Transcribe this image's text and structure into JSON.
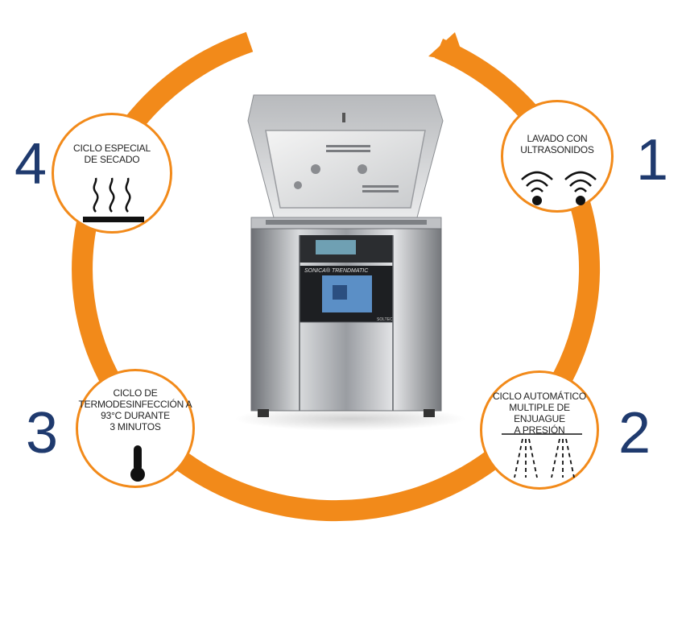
{
  "colors": {
    "ring": "#f28a1a",
    "numbers": "#1f3a6e",
    "text": "#222222",
    "icon": "#111111"
  },
  "steps": [
    {
      "number": "1",
      "lines": [
        "LAVADO CON",
        "ULTRASONIDOS"
      ],
      "icon": "ultrasound-waves-icon"
    },
    {
      "number": "2",
      "lines": [
        "CICLO AUTOMÁTICO",
        "MULTIPLE DE ENJUAGUE",
        "A PRESIÓN"
      ],
      "icon": "spray-nozzles-icon"
    },
    {
      "number": "3",
      "lines": [
        "CICLO DE",
        "TERMODESINFECCIÓN  A",
        "93°C DURANTE",
        "3 MINUTOS"
      ],
      "icon": "thermometer-icon"
    },
    {
      "number": "4",
      "lines": [
        "CICLO ESPECIAL",
        "DE SECADO"
      ],
      "icon": "drying-heat-icon"
    }
  ],
  "machine": {
    "brand_label": "SONICA® TRENDMATIC",
    "side_label": "SOLTEC"
  }
}
